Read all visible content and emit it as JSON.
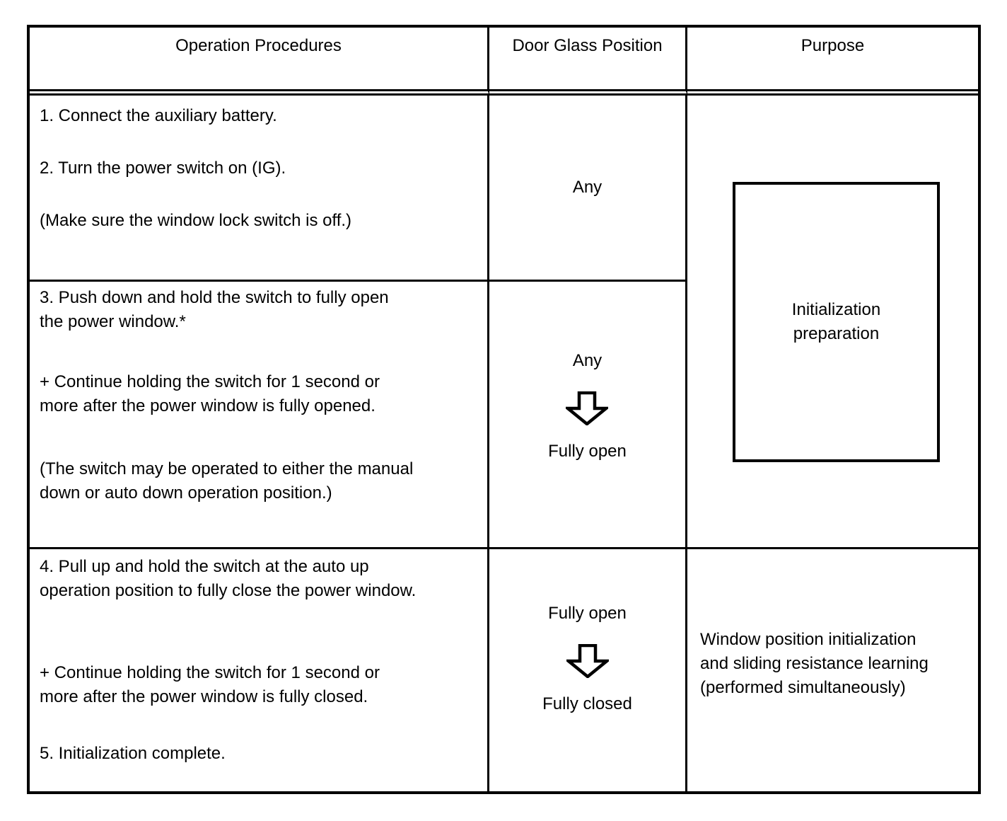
{
  "table": {
    "headers": {
      "col1": "Operation Procedures",
      "col2": "Door Glass Position",
      "col3": "Purpose"
    },
    "rows": [
      {
        "procedures": [
          "1. Connect the auxiliary battery.",
          "2. Turn the power switch on (IG).",
          "(Make sure the window lock switch is off.)"
        ],
        "door_glass": {
          "start": "Any"
        },
        "purpose": "Initialization\npreparation"
      },
      {
        "procedures": [
          "3. Push down and hold the switch to fully open\nthe power window.*",
          "+ Continue holding the switch for 1 second or\nmore after the power window is fully opened.",
          "(The switch may be operated to either the manual\ndown or auto down operation position.)"
        ],
        "door_glass": {
          "start": "Any",
          "arrow": "down-arrow-icon",
          "end": "Fully open"
        }
      },
      {
        "procedures": [
          "4. Pull up and hold the switch at the auto up\noperation position to fully close the power window.",
          "+ Continue holding the switch for 1 second or\nmore after the power window is fully closed.",
          "5. Initialization complete."
        ],
        "door_glass": {
          "start": "Fully open",
          "arrow": "down-arrow-icon",
          "end": "Fully closed"
        },
        "purpose": "Window position initialization\nand sliding resistance learning\n(performed simultaneously)"
      }
    ]
  },
  "colors": {
    "border": "#000000",
    "background": "#ffffff",
    "text": "#000000"
  }
}
